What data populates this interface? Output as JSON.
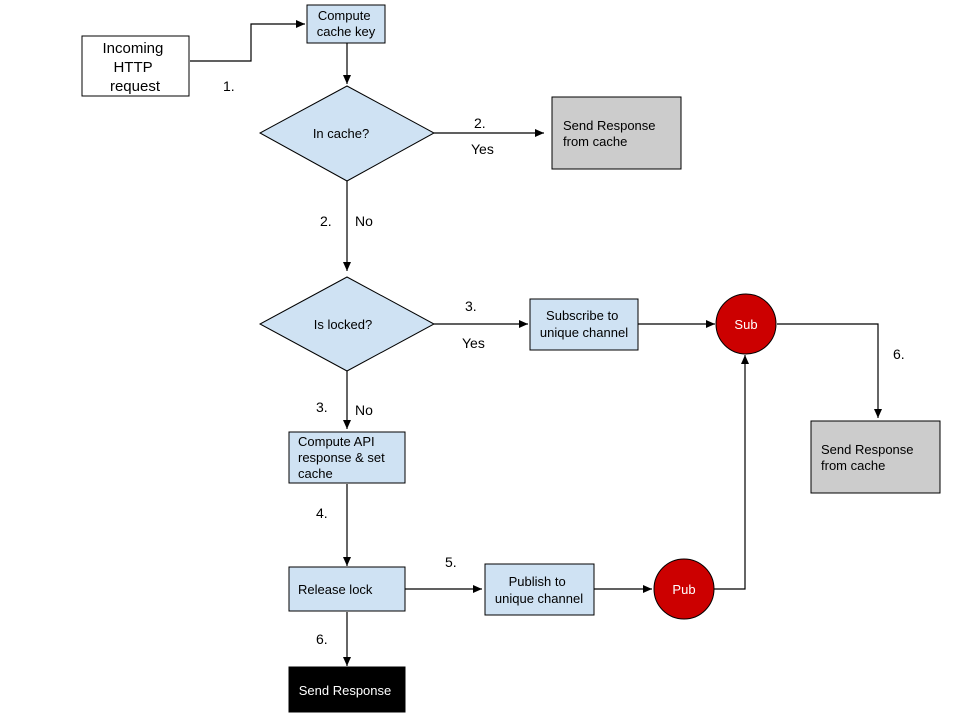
{
  "colors": {
    "light_blue": "#cfe2f3",
    "gray": "#cccccc",
    "red": "#cc0000",
    "black": "#000000",
    "white": "#ffffff"
  },
  "nodes": {
    "incoming": [
      "Incoming",
      "HTTP",
      "request"
    ],
    "compute_key": [
      "Compute",
      "cache key"
    ],
    "in_cache": "In cache?",
    "send_cached_1": [
      "Send Response",
      "from cache"
    ],
    "is_locked": "Is locked?",
    "subscribe": [
      "Subscribe to",
      "unique channel"
    ],
    "sub": "Sub",
    "send_cached_2": [
      "Send Response",
      "from cache"
    ],
    "compute_api": [
      "Compute API",
      "response & set",
      "cache"
    ],
    "release_lock": "Release lock",
    "publish": [
      "Publish to",
      "unique channel"
    ],
    "pub": "Pub",
    "send_response": "Send Response"
  },
  "edge_labels": {
    "step_1": "1.",
    "step_2_yes": "2.",
    "yes_1": "Yes",
    "step_2_no": "2.",
    "no_1": "No",
    "step_3_yes": "3.",
    "yes_2": "Yes",
    "step_3_no": "3.",
    "no_2": "No",
    "step_4": "4.",
    "step_5": "5.",
    "step_6_right": "6.",
    "step_6_bottom": "6."
  }
}
